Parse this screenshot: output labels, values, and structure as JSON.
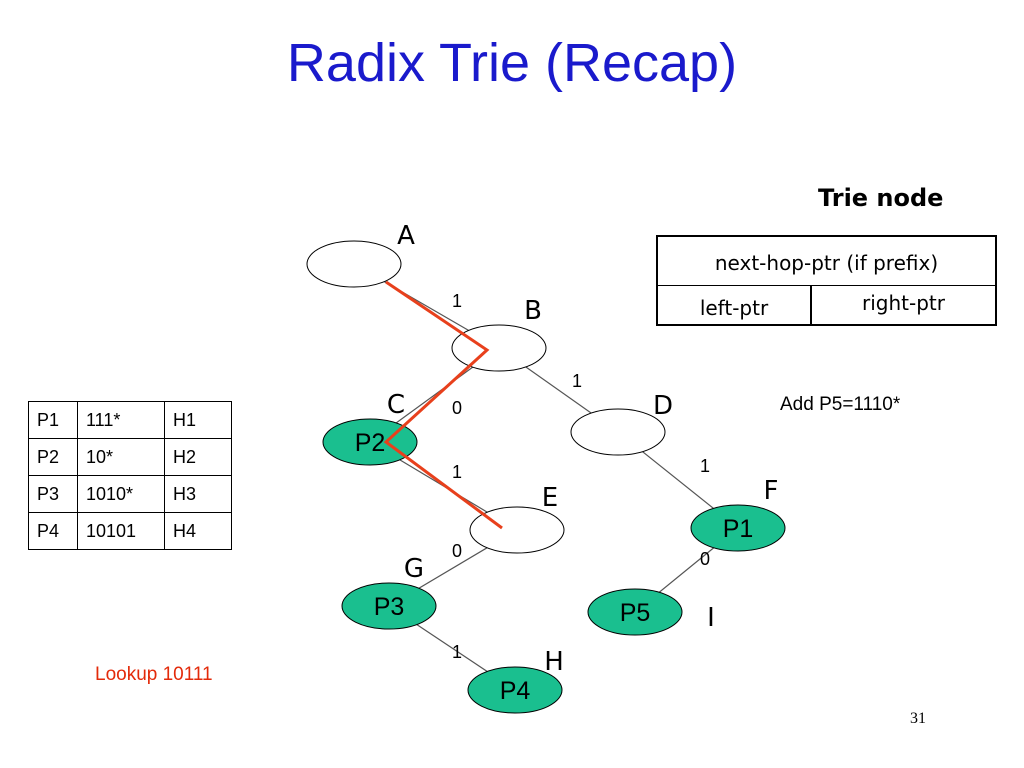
{
  "slide": {
    "title": "Radix Trie (Recap)",
    "page_number": "31"
  },
  "trie": {
    "nodes": {
      "A": {
        "name": "A",
        "content": ""
      },
      "B": {
        "name": "B",
        "content": ""
      },
      "C": {
        "name": "C",
        "content": "P2"
      },
      "D": {
        "name": "D",
        "content": ""
      },
      "E": {
        "name": "E",
        "content": ""
      },
      "F": {
        "name": "F",
        "content": "P1"
      },
      "G": {
        "name": "G",
        "content": "P3"
      },
      "H": {
        "name": "H",
        "content": "P4"
      },
      "I": {
        "name": "I",
        "content": "P5"
      }
    },
    "edges": [
      {
        "from": "A",
        "to": "B",
        "bit": "1"
      },
      {
        "from": "B",
        "to": "C",
        "bit": "0"
      },
      {
        "from": "B",
        "to": "D",
        "bit": "1"
      },
      {
        "from": "C",
        "to": "E",
        "bit": "1"
      },
      {
        "from": "D",
        "to": "F",
        "bit": "1"
      },
      {
        "from": "E",
        "to": "G",
        "bit": "0"
      },
      {
        "from": "G",
        "to": "H",
        "bit": "1"
      },
      {
        "from": "F",
        "to": "I",
        "bit": "0"
      }
    ],
    "lookup_path": [
      "A",
      "B",
      "C",
      "E"
    ]
  },
  "prefix_table": {
    "rows": [
      [
        "P1",
        "111*",
        "H1"
      ],
      [
        "P2",
        "10*",
        "H2"
      ],
      [
        "P3",
        "1010*",
        "H3"
      ],
      [
        "P4",
        "10101",
        "H4"
      ]
    ]
  },
  "trie_node_box": {
    "title": "Trie node",
    "top_field": "next-hop-ptr (if prefix)",
    "left_field": "left-ptr",
    "right_field": "right-ptr"
  },
  "notes": {
    "add": "Add P5=1110*",
    "lookup": "Lookup 10111"
  },
  "colors": {
    "title": "#1a1acc",
    "prefix_node_fill": "#1abf8f",
    "lookup_path": "#e8401c",
    "lookup_text": "#e32a0a"
  }
}
